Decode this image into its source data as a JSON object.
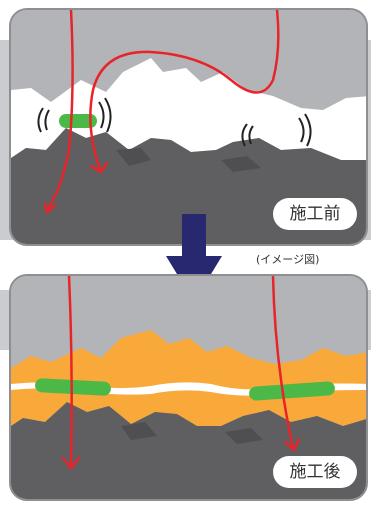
{
  "before": {
    "label": "施工前"
  },
  "after": {
    "label": "施工後"
  },
  "caption": "(イメージ図)",
  "colors": {
    "rock": "#5f5f61",
    "void": "#ffffff",
    "sky": "#b3b4b8",
    "grout": "#f9a93a",
    "water": "#e8242a",
    "seal": "#4cb848",
    "arrow": "#27286f",
    "band": "#cbccd0"
  },
  "icons": {
    "leak": "leak-sound-icon",
    "direction": "down-arrow-icon"
  }
}
